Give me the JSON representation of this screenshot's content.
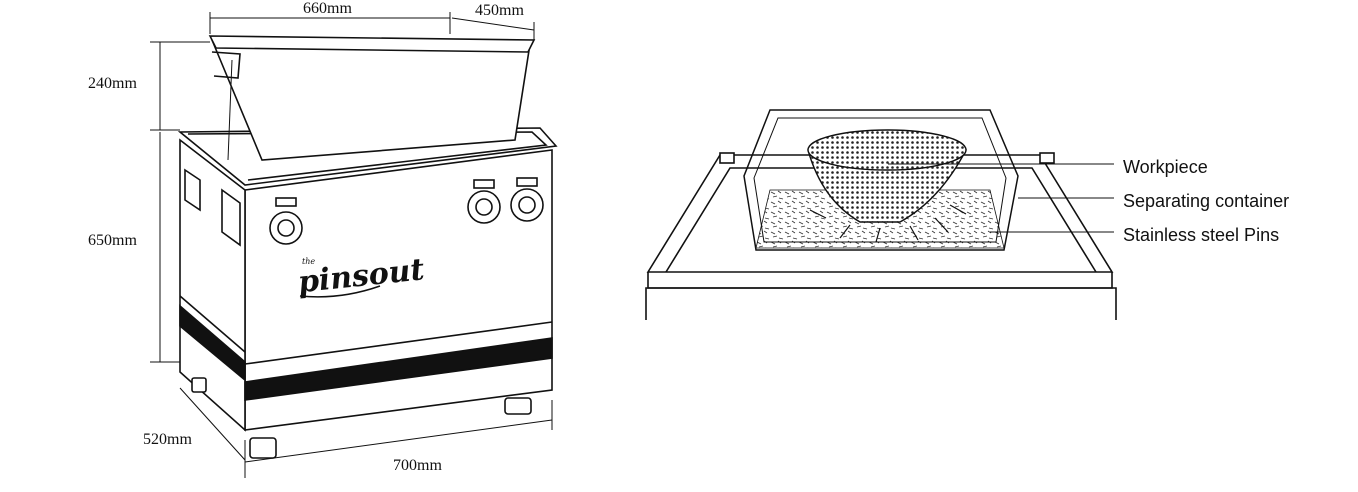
{
  "dimensions": {
    "tub_length": "660mm",
    "tub_width": "450mm",
    "tub_height": "240mm",
    "machine_height": "650mm",
    "machine_depth": "520mm",
    "machine_width": "700mm"
  },
  "brand": {
    "prefix": "the",
    "name": "pinsout"
  },
  "callouts": {
    "workpiece": "Workpiece",
    "separating_container": "Separating container",
    "pins": "Stainless steel Pins"
  }
}
